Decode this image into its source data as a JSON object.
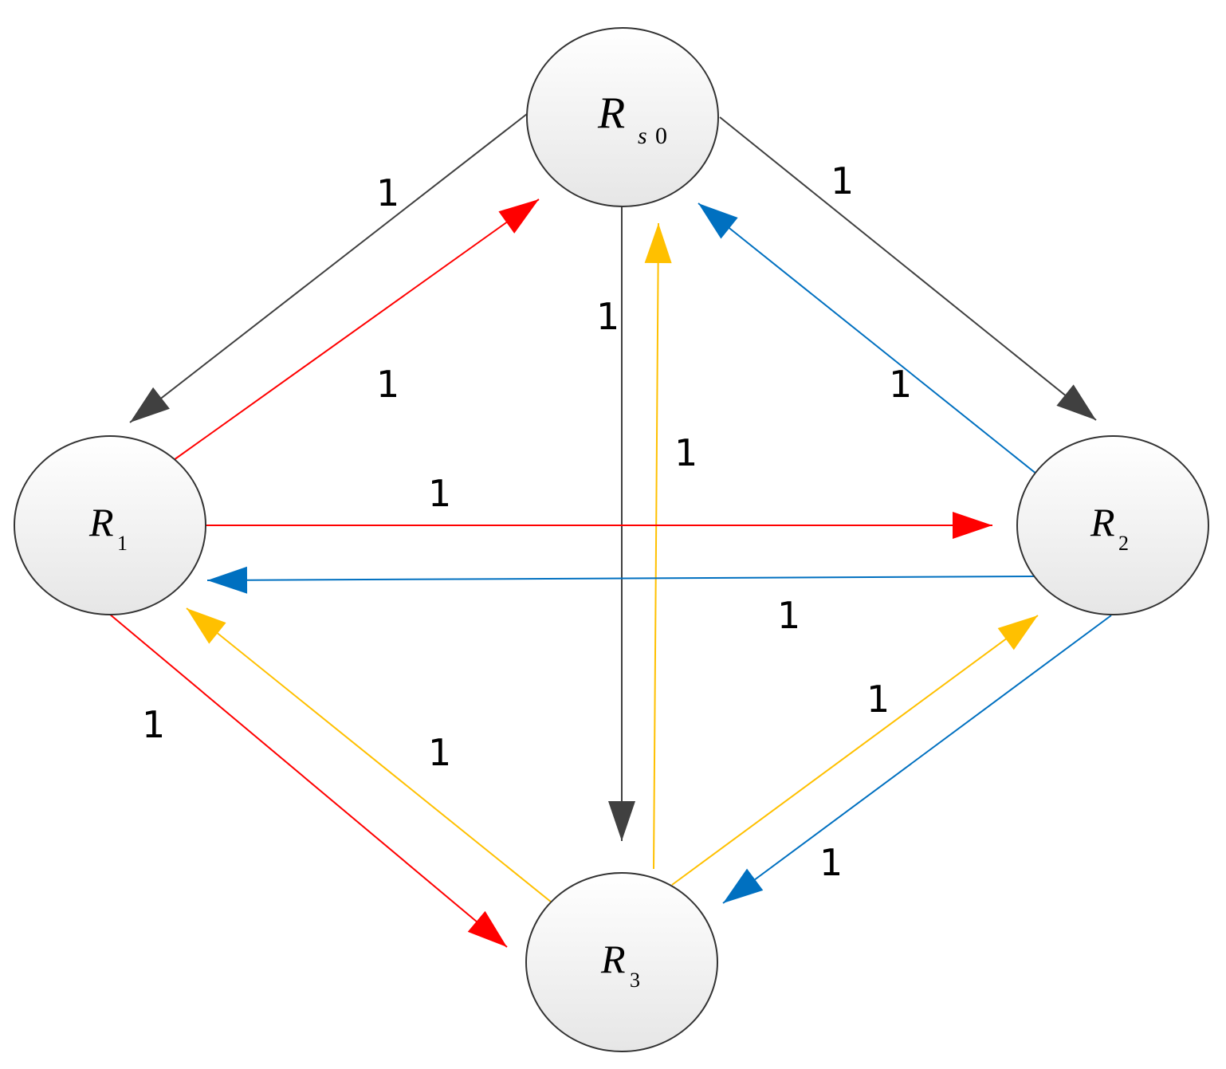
{
  "colors": {
    "black": "#404040",
    "red": "#ff0000",
    "blue": "#0070c0",
    "yellow": "#ffc000",
    "node_fill_top": "#ffffff",
    "node_fill_bottom": "#e6e6e6",
    "node_stroke": "#333333"
  },
  "nodes": {
    "rs0": {
      "main": "R",
      "sub": "s",
      "sub2": "0"
    },
    "r1": {
      "main": "R",
      "sub": "1"
    },
    "r2": {
      "main": "R",
      "sub": "2"
    },
    "r3": {
      "main": "R",
      "sub": "3"
    }
  },
  "edges": [
    {
      "from": "rs0",
      "to": "r1",
      "color": "black",
      "label": "1"
    },
    {
      "from": "r1",
      "to": "rs0",
      "color": "red",
      "label": "1"
    },
    {
      "from": "rs0",
      "to": "r2",
      "color": "black",
      "label": "1"
    },
    {
      "from": "r2",
      "to": "rs0",
      "color": "blue",
      "label": "1"
    },
    {
      "from": "rs0",
      "to": "r3",
      "color": "black",
      "label": "1"
    },
    {
      "from": "r3",
      "to": "rs0",
      "color": "yellow",
      "label": "1"
    },
    {
      "from": "r1",
      "to": "r2",
      "color": "red",
      "label": "1"
    },
    {
      "from": "r2",
      "to": "r1",
      "color": "blue",
      "label": "1"
    },
    {
      "from": "r1",
      "to": "r3",
      "color": "red",
      "label": "1"
    },
    {
      "from": "r3",
      "to": "r1",
      "color": "yellow",
      "label": "1"
    },
    {
      "from": "r3",
      "to": "r2",
      "color": "yellow",
      "label": "1"
    },
    {
      "from": "r2",
      "to": "r3",
      "color": "blue",
      "label": "1"
    }
  ]
}
